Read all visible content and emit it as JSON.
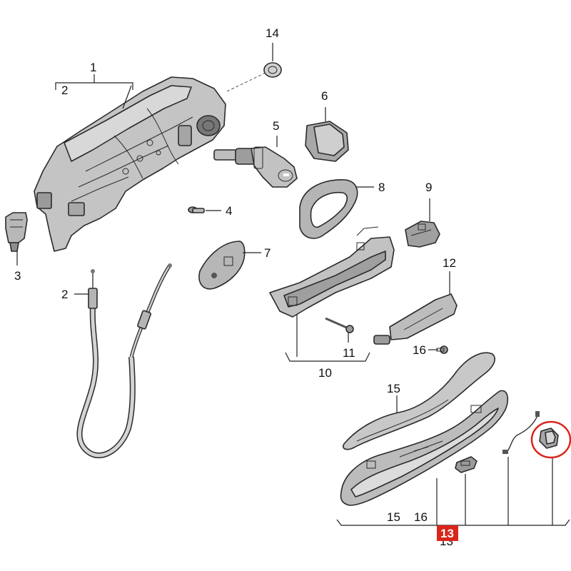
{
  "diagram": {
    "labels": {
      "l1": "1",
      "l2a": "2",
      "l2b": "2",
      "l3": "3",
      "l4": "4",
      "l5": "5",
      "l6": "6",
      "l7": "7",
      "l8": "8",
      "l9": "9",
      "l10": "10",
      "l11": "11",
      "l12": "12",
      "l13": "13",
      "l14": "14",
      "l15a": "15",
      "l15b": "15",
      "l16a": "16",
      "l16b": "16",
      "l13b": "13"
    },
    "colors": {
      "part_fill": "#c9c9c9",
      "part_dark": "#8f8f8f",
      "highlight_badge": "#d9261c",
      "highlight_circle": "#d9261c"
    }
  }
}
